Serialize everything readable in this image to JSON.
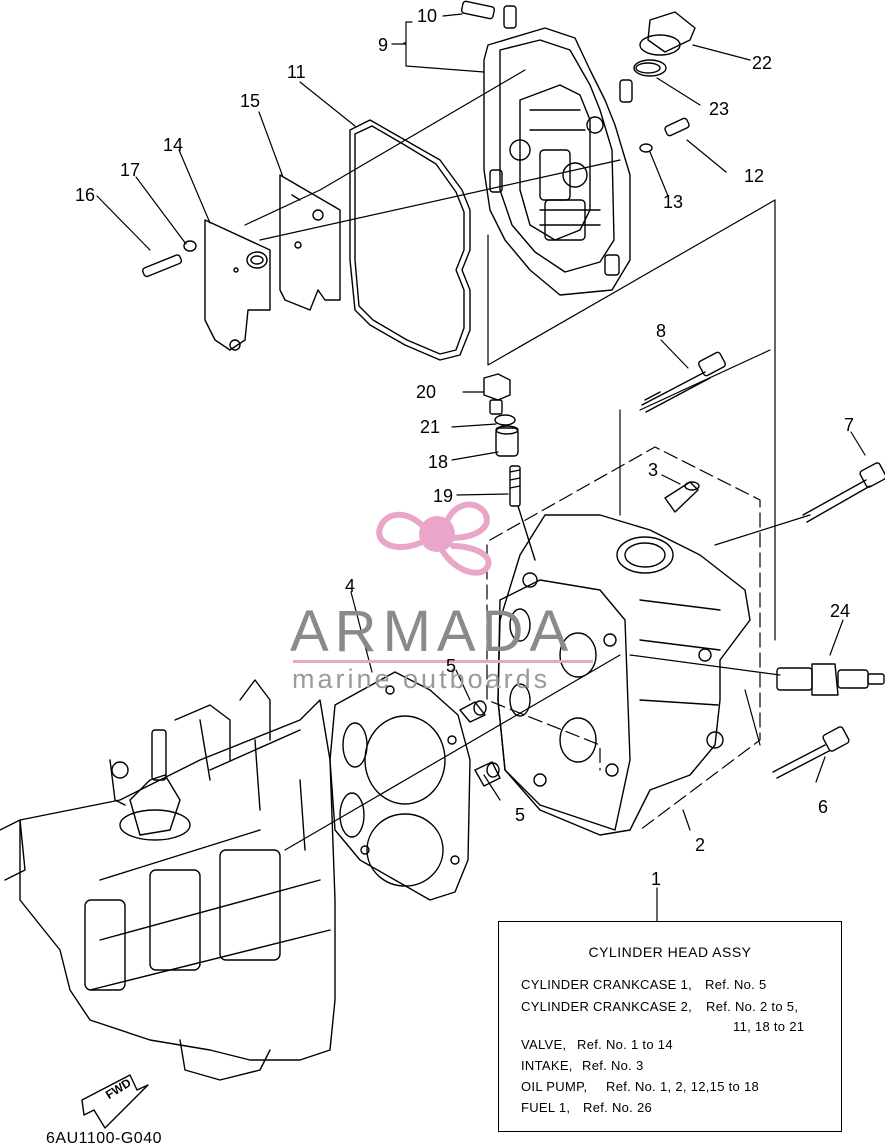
{
  "callouts": {
    "c1": "1",
    "c2": "2",
    "c3": "3",
    "c4": "4",
    "c5a": "5",
    "c5b": "5",
    "c6": "6",
    "c7": "7",
    "c8": "8",
    "c9": "9",
    "c10": "10",
    "c11": "11",
    "c12": "12",
    "c13": "13",
    "c14": "14",
    "c15": "15",
    "c16": "16",
    "c17": "17",
    "c18": "18",
    "c19": "19",
    "c20": "20",
    "c21": "21",
    "c22": "22",
    "c23": "23",
    "c24": "24"
  },
  "watermark": {
    "brand": "ARMADA",
    "tagline": "marine outboards",
    "colors": {
      "text": "#8a8a8a",
      "propeller": "#e9a6c8",
      "underline": "#e9a6c8"
    }
  },
  "info_box": {
    "title": "CYLINDER HEAD ASSY",
    "lines": [
      {
        "label": "CYLINDER CRANKCASE 1,",
        "ref": "Ref. No. 5"
      },
      {
        "label": "CYLINDER CRANKCASE 2,",
        "ref": "Ref. No. 2 to 5,"
      },
      {
        "label": "",
        "ref": "11, 18 to 21"
      },
      {
        "label": "VALVE,",
        "ref": "Ref. No. 1 to 14"
      },
      {
        "label": "INTAKE,",
        "ref": "Ref. No. 3"
      },
      {
        "label": "OIL PUMP,",
        "ref": "Ref. No. 1, 2, 12,15 to 18"
      },
      {
        "label": "FUEL 1,",
        "ref": "Ref. No. 26"
      }
    ]
  },
  "fwd_label": "FWD",
  "diagram_code": "6AU1100-G040"
}
